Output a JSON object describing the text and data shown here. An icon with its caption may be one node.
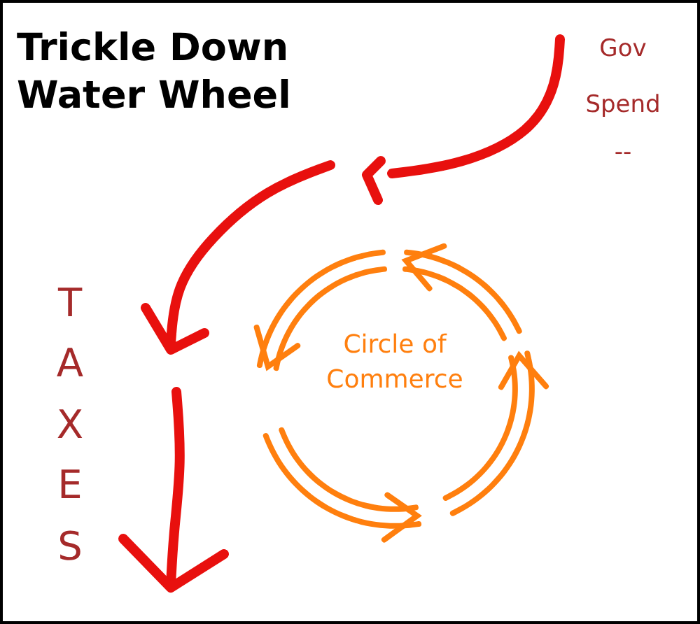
{
  "diagram": {
    "title": "Trickle Down Water Wheel",
    "labels": [
      "Gov",
      "Spend",
      "--",
      "TAXES",
      "Circle of Commerce"
    ]
  }
}
